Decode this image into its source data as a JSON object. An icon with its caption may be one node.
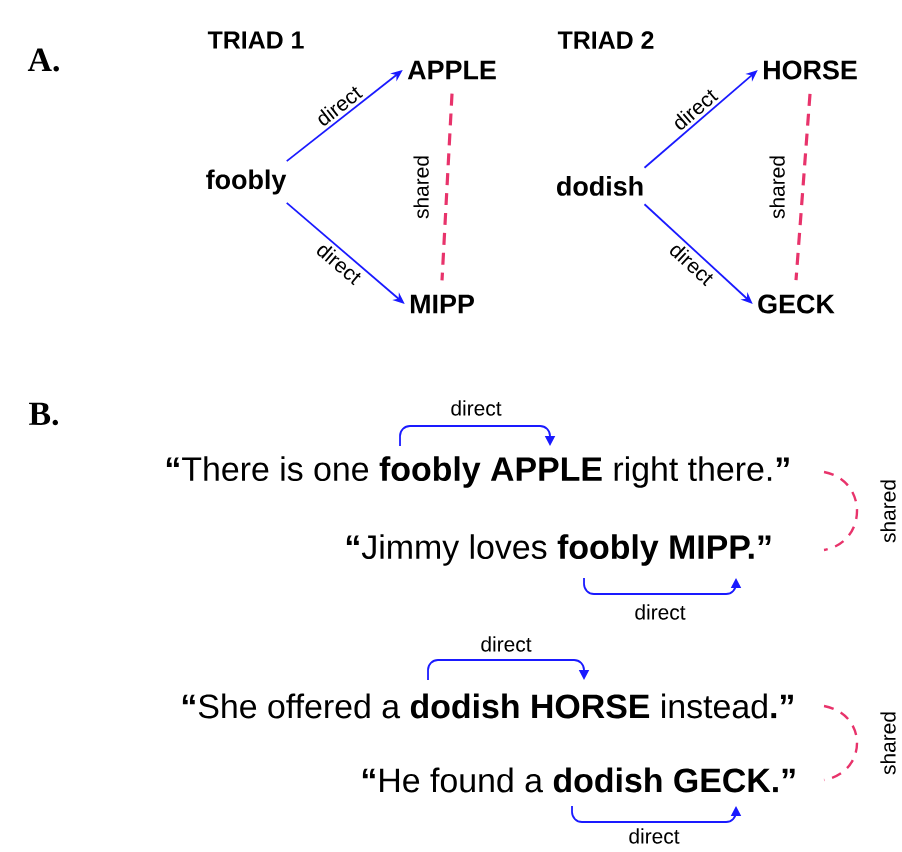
{
  "diagram": {
    "nodes": [
      {
        "text": [
          "foobly"
        ]
      },
      {
        "text": [
          "APPLE"
        ]
      },
      {
        "text": [
          "MIPP"
        ]
      },
      {
        "text": [
          "dodish"
        ]
      },
      {
        "text": [
          "HORSE"
        ]
      },
      {
        "text": [
          "GECK"
        ]
      },
      {
        "text": [
          "**“**There is one **foobly APPLE** right there.**”**"
        ]
      },
      {
        "text": [
          "**“**Jimmy loves **foobly MIPP.”**"
        ]
      },
      {
        "text": [
          "**“**She offered a **dodish HORSE** instead**.”**"
        ]
      },
      {
        "text": [
          "**“**He found a **dodish GECK.”**"
        ]
      }
    ],
    "edges": [
      {
        "from": 0,
        "to": 1,
        "arrow": "to",
        "label": "direct",
        "color": "#1a1aff"
      },
      {
        "from": 0,
        "to": 2,
        "arrow": "to",
        "label": "direct",
        "color": "#1a1aff"
      },
      {
        "from": 1,
        "to": 2,
        "arrow": "none",
        "label": "shared",
        "style": "dashed",
        "color": "#e8336b"
      },
      {
        "from": 3,
        "to": 4,
        "arrow": "to",
        "label": "direct",
        "color": "#1a1aff"
      },
      {
        "from": 3,
        "to": 5,
        "arrow": "to",
        "label": "direct",
        "color": "#1a1aff"
      },
      {
        "from": 4,
        "to": 5,
        "arrow": "none",
        "label": "shared",
        "style": "dashed",
        "color": "#e8336b"
      },
      {
        "from": 6,
        "to": 7,
        "arrow": "none",
        "label": "shared",
        "style": "dashed",
        "color": "#e8336b"
      },
      {
        "from": 8,
        "to": 9,
        "arrow": "none",
        "label": "shared",
        "style": "dashed",
        "color": "#e8336b"
      }
    ],
    "labels": [
      "A.",
      "TRIAD 1",
      "TRIAD 2",
      "B.",
      "direct",
      "direct",
      "direct",
      "direct"
    ]
  }
}
